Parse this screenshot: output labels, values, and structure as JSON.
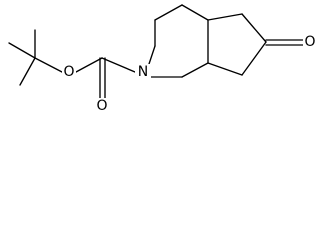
{
  "molecule": {
    "atom_labels": {
      "ester_oxygen": "O",
      "carbonyl_oxygen_ester": "O",
      "ring_nitrogen": "N",
      "ketone_oxygen": "O"
    },
    "colors": {
      "bond": "#000000",
      "label": "#000000",
      "background": "#ffffff"
    }
  }
}
